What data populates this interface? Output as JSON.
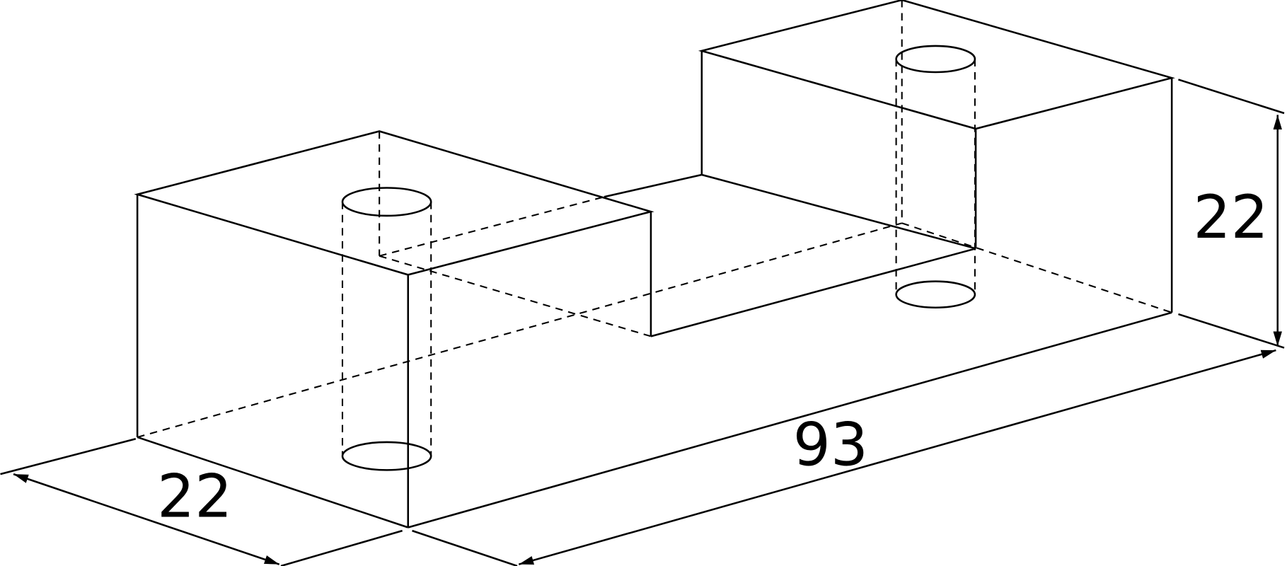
{
  "drawing": {
    "dimensions": {
      "depth": "22",
      "length": "93",
      "height": "22"
    },
    "colors": {
      "line": "#000000",
      "background": "#ffffff"
    }
  }
}
